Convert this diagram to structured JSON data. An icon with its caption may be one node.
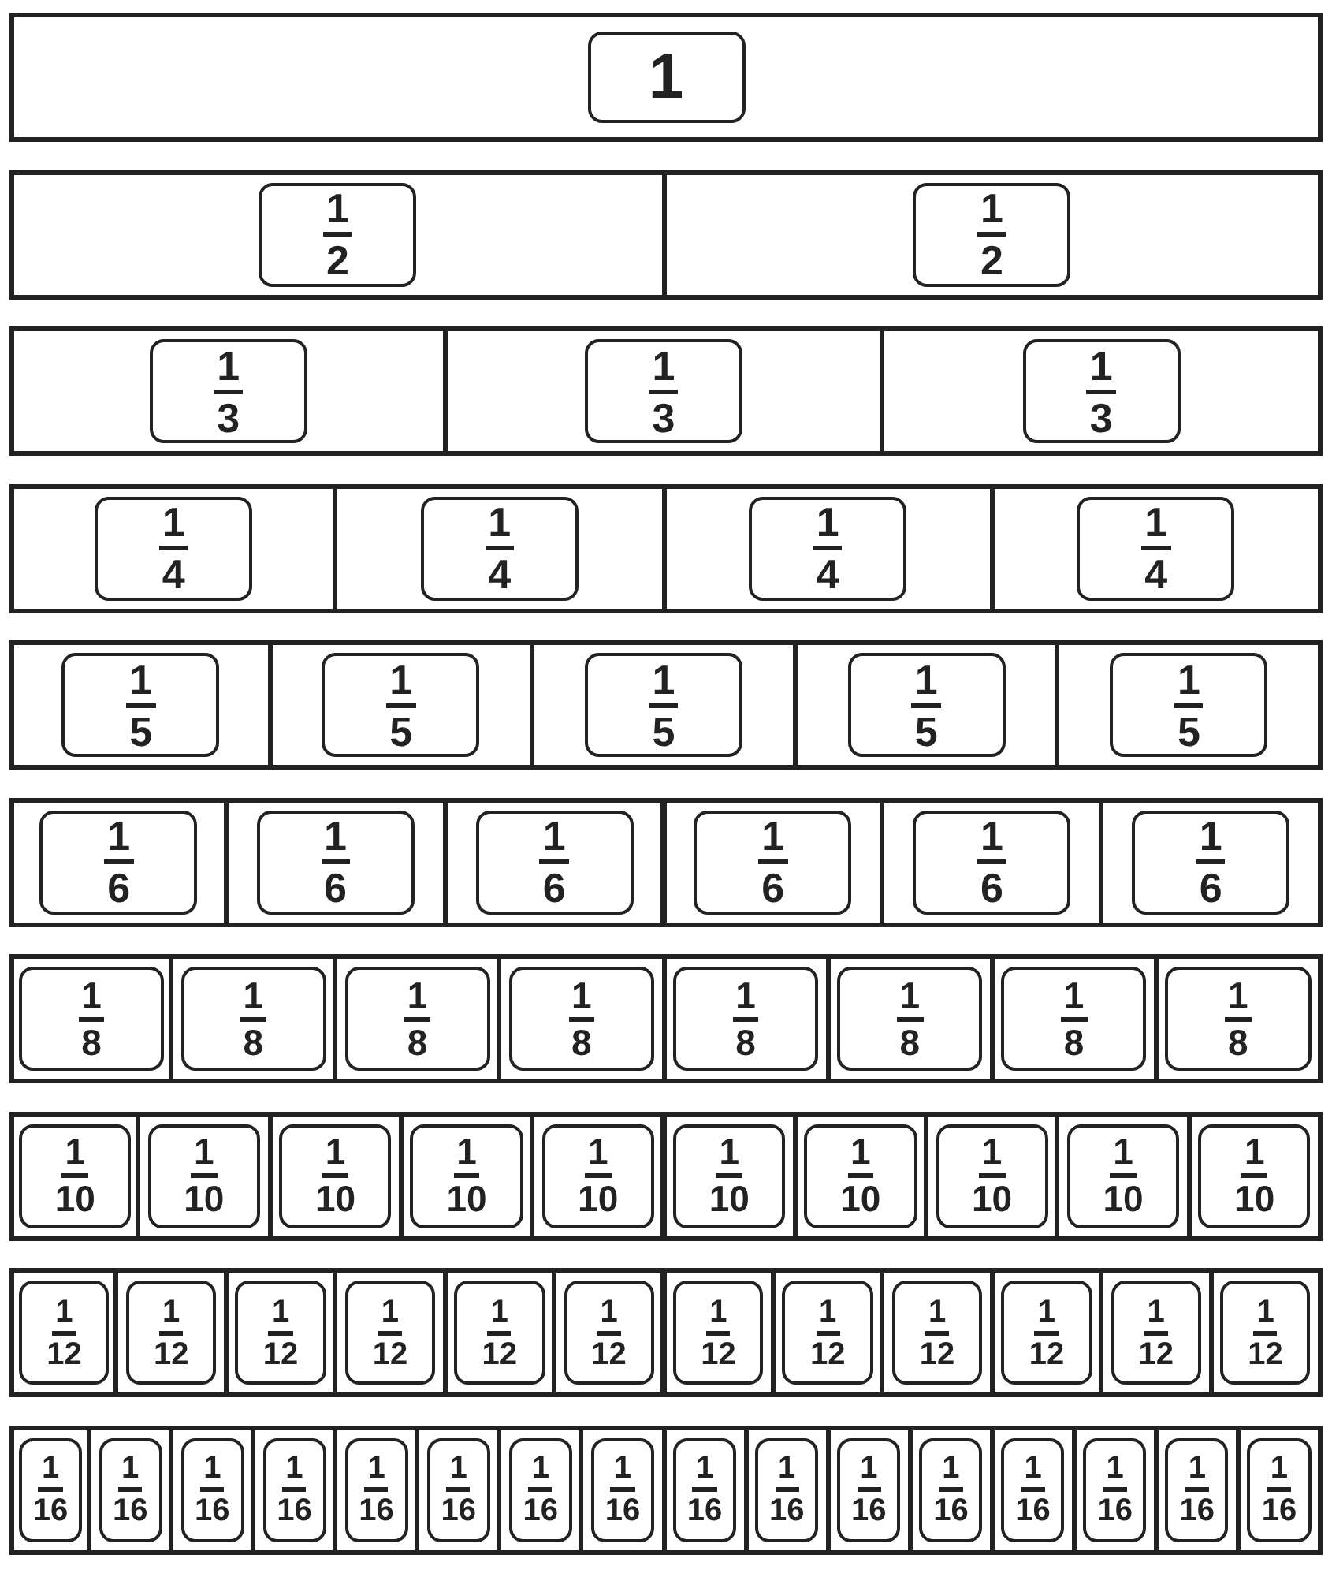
{
  "diagram": {
    "nodes": [
      {
        "text": [
          "1"
        ]
      },
      {
        "text": [
          "1",
          "2"
        ]
      },
      {
        "text": [
          "1",
          "2"
        ]
      },
      {
        "text": [
          "1",
          "3"
        ]
      },
      {
        "text": [
          "1",
          "3"
        ]
      },
      {
        "text": [
          "1",
          "3"
        ]
      },
      {
        "text": [
          "1",
          "4"
        ]
      },
      {
        "text": [
          "1",
          "4"
        ]
      },
      {
        "text": [
          "1",
          "4"
        ]
      },
      {
        "text": [
          "1",
          "4"
        ]
      },
      {
        "text": [
          "1",
          "5"
        ]
      },
      {
        "text": [
          "1",
          "5"
        ]
      },
      {
        "text": [
          "1",
          "5"
        ]
      },
      {
        "text": [
          "1",
          "5"
        ]
      },
      {
        "text": [
          "1",
          "5"
        ]
      },
      {
        "text": [
          "1",
          "6"
        ]
      },
      {
        "text": [
          "1",
          "6"
        ]
      },
      {
        "text": [
          "1",
          "6"
        ]
      },
      {
        "text": [
          "1",
          "6"
        ]
      },
      {
        "text": [
          "1",
          "6"
        ]
      },
      {
        "text": [
          "1",
          "6"
        ]
      },
      {
        "text": [
          "1",
          "8"
        ]
      },
      {
        "text": [
          "1",
          "8"
        ]
      },
      {
        "text": [
          "1",
          "8"
        ]
      },
      {
        "text": [
          "1",
          "8"
        ]
      },
      {
        "text": [
          "1",
          "8"
        ]
      },
      {
        "text": [
          "1",
          "8"
        ]
      },
      {
        "text": [
          "1",
          "8"
        ]
      },
      {
        "text": [
          "1",
          "8"
        ]
      },
      {
        "text": [
          "1",
          "10"
        ]
      },
      {
        "text": [
          "1",
          "10"
        ]
      },
      {
        "text": [
          "1",
          "10"
        ]
      },
      {
        "text": [
          "1",
          "10"
        ]
      },
      {
        "text": [
          "1",
          "10"
        ]
      },
      {
        "text": [
          "1",
          "10"
        ]
      },
      {
        "text": [
          "1",
          "10"
        ]
      },
      {
        "text": [
          "1",
          "10"
        ]
      },
      {
        "text": [
          "1",
          "10"
        ]
      },
      {
        "text": [
          "1",
          "10"
        ]
      },
      {
        "text": [
          "1",
          "12"
        ]
      },
      {
        "text": [
          "1",
          "12"
        ]
      },
      {
        "text": [
          "1",
          "12"
        ]
      },
      {
        "text": [
          "1",
          "12"
        ]
      },
      {
        "text": [
          "1",
          "12"
        ]
      },
      {
        "text": [
          "1",
          "12"
        ]
      },
      {
        "text": [
          "1",
          "12"
        ]
      },
      {
        "text": [
          "1",
          "12"
        ]
      },
      {
        "text": [
          "1",
          "12"
        ]
      },
      {
        "text": [
          "1",
          "12"
        ]
      },
      {
        "text": [
          "1",
          "12"
        ]
      },
      {
        "text": [
          "1",
          "12"
        ]
      },
      {
        "text": [
          "1",
          "16"
        ]
      },
      {
        "text": [
          "1",
          "16"
        ]
      },
      {
        "text": [
          "1",
          "16"
        ]
      },
      {
        "text": [
          "1",
          "16"
        ]
      },
      {
        "text": [
          "1",
          "16"
        ]
      },
      {
        "text": [
          "1",
          "16"
        ]
      },
      {
        "text": [
          "1",
          "16"
        ]
      },
      {
        "text": [
          "1",
          "16"
        ]
      },
      {
        "text": [
          "1",
          "16"
        ]
      },
      {
        "text": [
          "1",
          "16"
        ]
      },
      {
        "text": [
          "1",
          "16"
        ]
      },
      {
        "text": [
          "1",
          "16"
        ]
      },
      {
        "text": [
          "1",
          "16"
        ]
      },
      {
        "text": [
          "1",
          "16"
        ]
      },
      {
        "text": [
          "1",
          "16"
        ]
      },
      {
        "text": [
          "1",
          "16"
        ]
      }
    ]
  }
}
